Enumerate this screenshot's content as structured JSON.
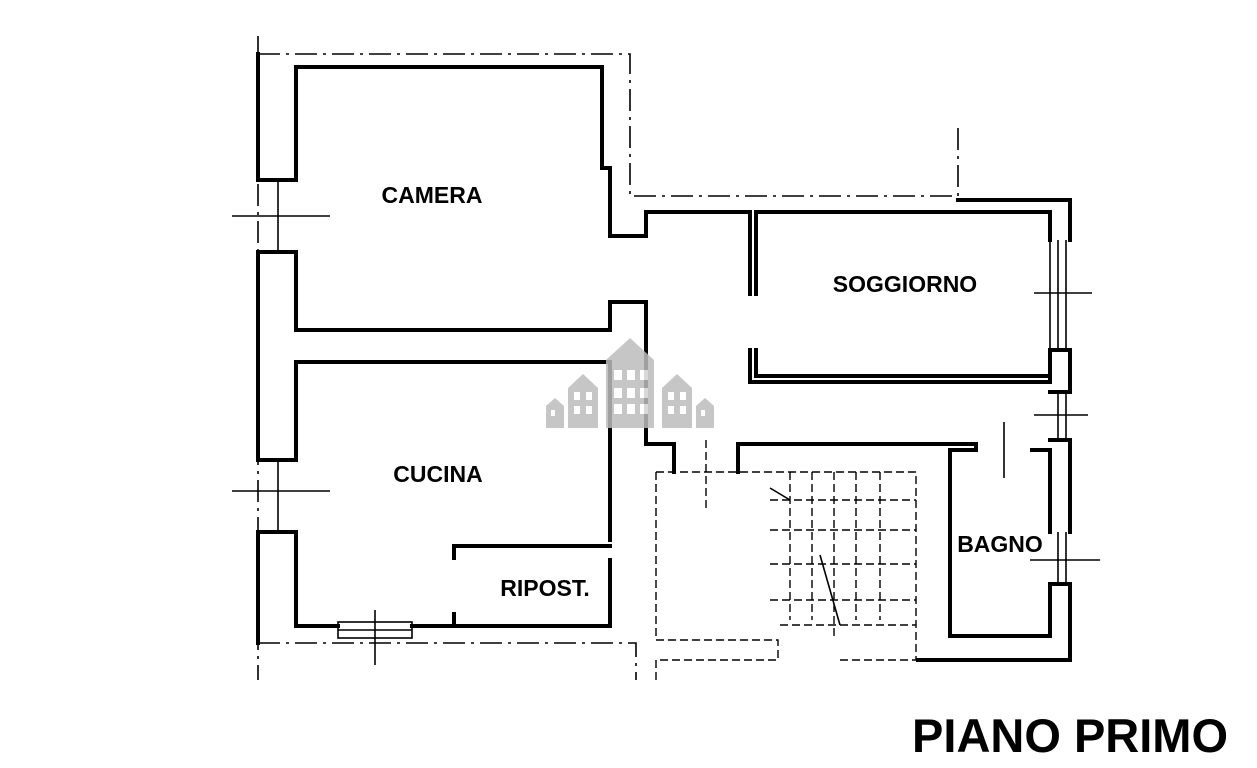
{
  "rooms": {
    "camera": "CAMERA",
    "soggiorno": "SOGGIORNO",
    "cucina": "CUCINA",
    "ripostiglio": "RIPOST.",
    "bagno": "BAGNO"
  },
  "floor_title": "PIANO PRIMO",
  "watermark": {
    "icon": "building-logo-icon",
    "color": "#bdbdbd"
  }
}
